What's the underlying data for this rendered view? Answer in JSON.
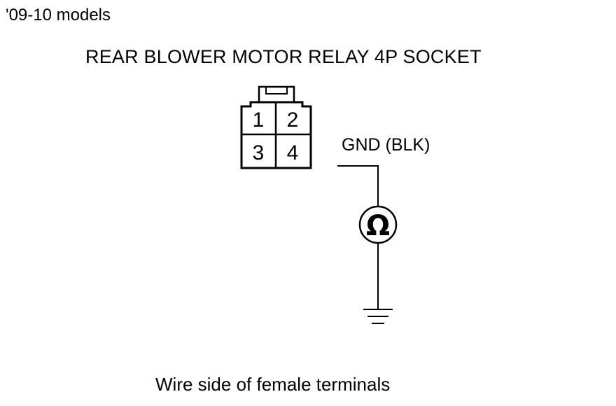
{
  "header": {
    "model_label": "'09-10 models",
    "socket_title": "REAR BLOWER MOTOR RELAY 4P SOCKET"
  },
  "connector": {
    "terminals": [
      "1",
      "2",
      "3",
      "4"
    ]
  },
  "wire": {
    "label": "GND (BLK)"
  },
  "meter": {
    "symbol": "Ω",
    "icon": "ohmmeter-icon"
  },
  "ground": {
    "icon": "ground-symbol-icon"
  },
  "footer": {
    "note": "Wire side of female terminals"
  },
  "colors": {
    "line": "#000000",
    "background": "#ffffff"
  }
}
